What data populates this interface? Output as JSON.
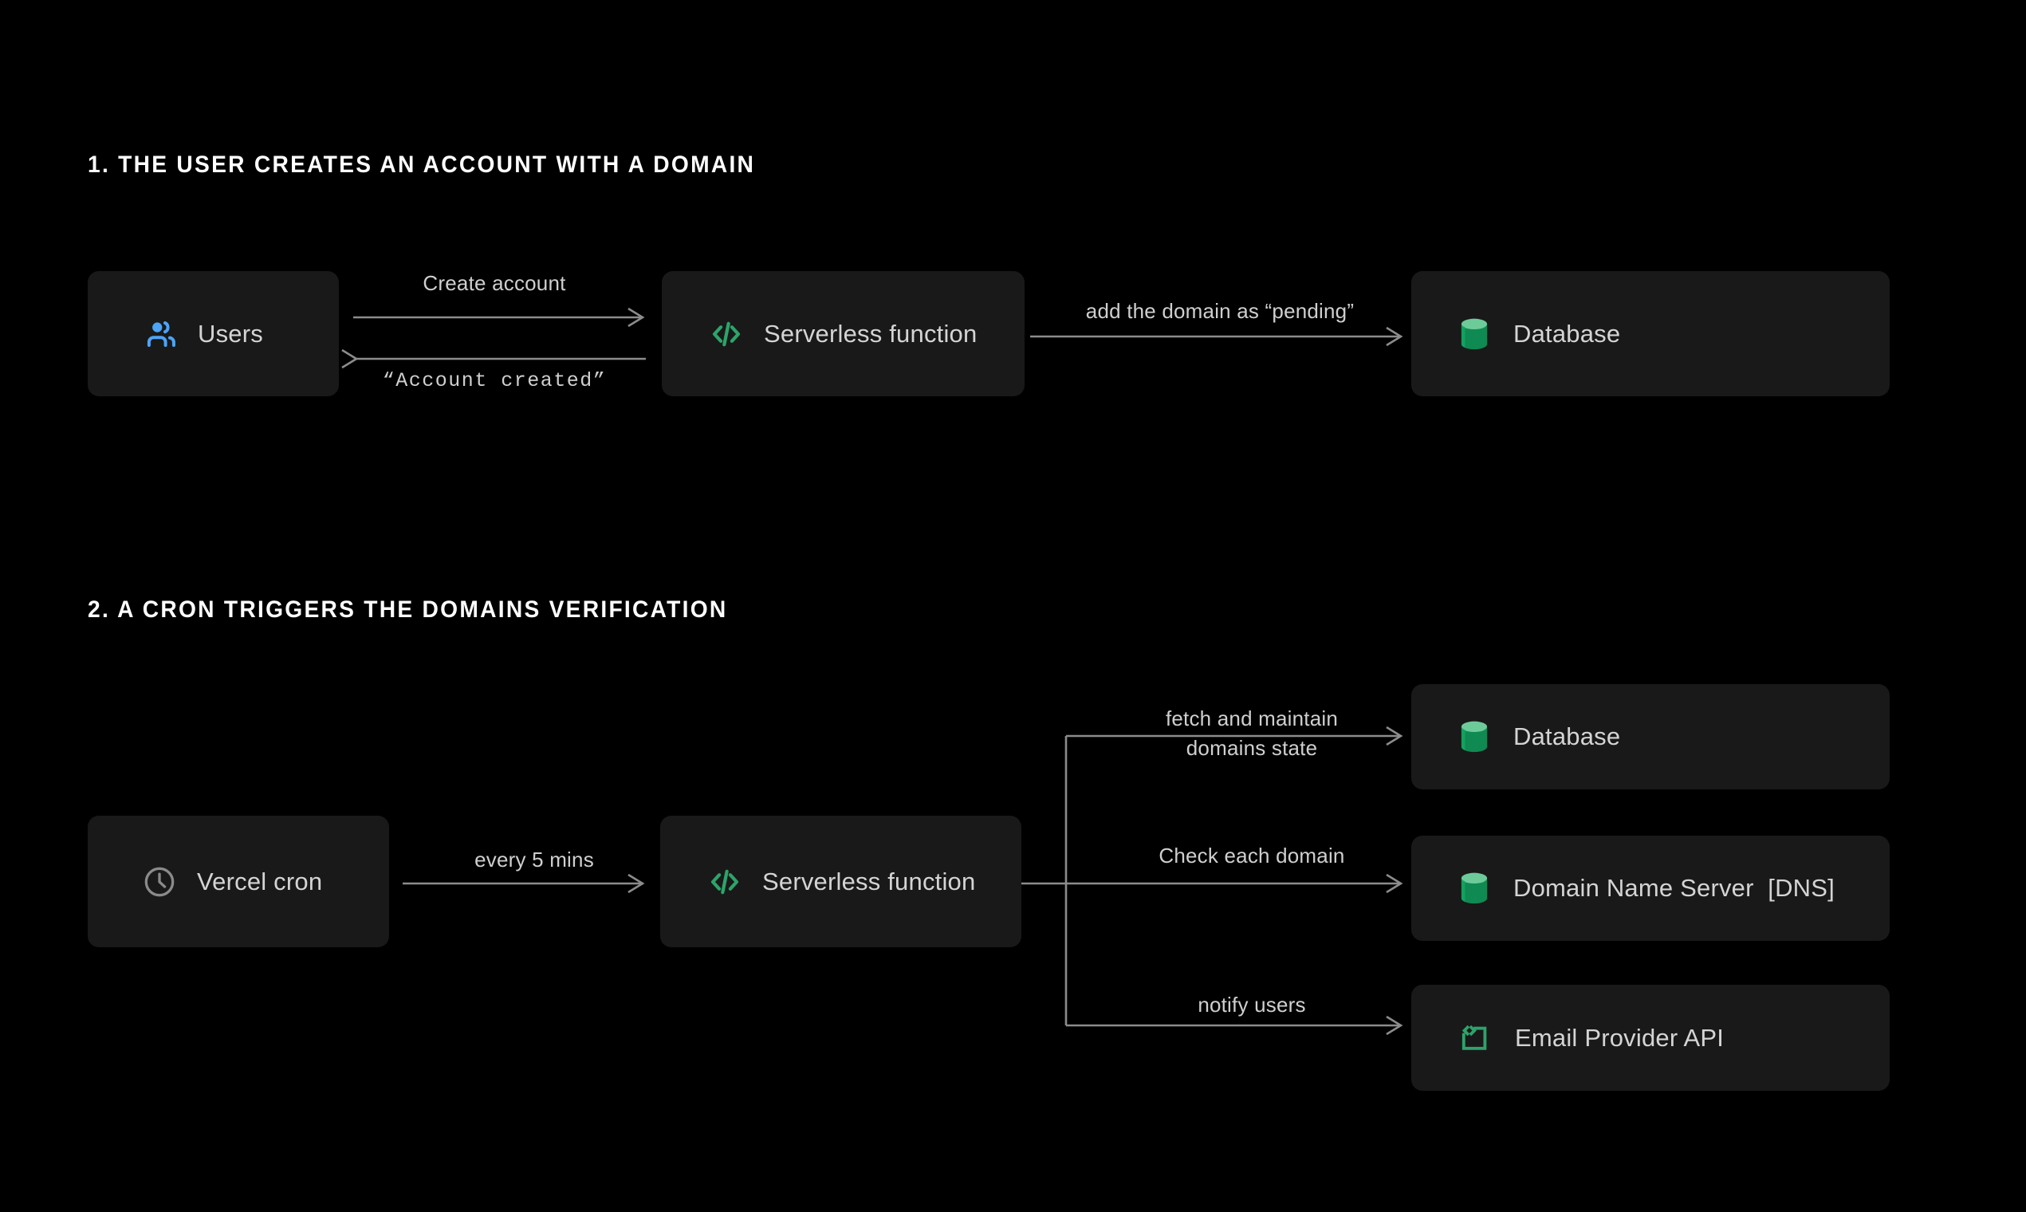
{
  "page": {
    "background_color": "#000000",
    "box_color": "#191919",
    "label_color": "#d4d4d4",
    "edge_color": "#8c8c8c",
    "accent_blue": "#4da3f5",
    "accent_green": "#2ea36a",
    "accent_green_light": "#6dcb9a",
    "accent_gray": "#8a8a8a"
  },
  "sections": [
    {
      "heading": "1. THE USER CREATES AN ACCOUNT WITH A DOMAIN",
      "nodes": [
        {
          "id": "users",
          "label": "Users",
          "icon": "users-icon"
        },
        {
          "id": "serverless-1",
          "label": "Serverless function",
          "icon": "code-icon"
        },
        {
          "id": "database-1",
          "label": "Database",
          "icon": "database-icon"
        }
      ],
      "edges": [
        {
          "id": "create-account",
          "label": "Create account",
          "direction": "right"
        },
        {
          "id": "account-created",
          "label": "“Account created”",
          "direction": "left",
          "style": "mono"
        },
        {
          "id": "add-domain",
          "label": "add the domain as “pending”",
          "direction": "right"
        }
      ]
    },
    {
      "heading": "2. A CRON TRIGGERS THE DOMAINS VERIFICATION",
      "nodes": [
        {
          "id": "vercel-cron",
          "label": "Vercel cron",
          "icon": "clock-icon"
        },
        {
          "id": "serverless-2",
          "label": "Serverless function",
          "icon": "code-icon"
        },
        {
          "id": "database-2",
          "label": "Database",
          "icon": "database-icon"
        },
        {
          "id": "dns",
          "label": "Domain Name Server  [DNS]",
          "icon": "database-icon"
        },
        {
          "id": "email-api",
          "label": "Email Provider API",
          "icon": "api-bracket-icon"
        }
      ],
      "edges": [
        {
          "id": "every-5-mins",
          "label": "every 5 mins",
          "direction": "right"
        },
        {
          "id": "fetch-maintain",
          "label": "fetch and maintain\ndomains state",
          "direction": "right"
        },
        {
          "id": "check-domain",
          "label": "Check each domain",
          "direction": "right"
        },
        {
          "id": "notify-users",
          "label": "notify users",
          "direction": "right"
        }
      ]
    }
  ],
  "labels": {
    "create_account": "Create account",
    "account_created": "“Account created”",
    "add_domain": "add the domain as “pending”",
    "every_5_mins": "every 5 mins",
    "fetch_maintain_line1": "fetch and maintain",
    "fetch_maintain_line2": "domains state",
    "check_domain": "Check each domain",
    "notify_users": "notify users"
  },
  "node_labels": {
    "users": "Users",
    "serverless_1": "Serverless function",
    "database_1": "Database",
    "vercel_cron": "Vercel cron",
    "serverless_2": "Serverless function",
    "database_2": "Database",
    "dns": "Domain Name Server  [DNS]",
    "email_api": "Email Provider API"
  },
  "headings": {
    "one": "1. THE USER CREATES AN ACCOUNT WITH A DOMAIN",
    "two": "2. A CRON TRIGGERS THE DOMAINS VERIFICATION"
  }
}
